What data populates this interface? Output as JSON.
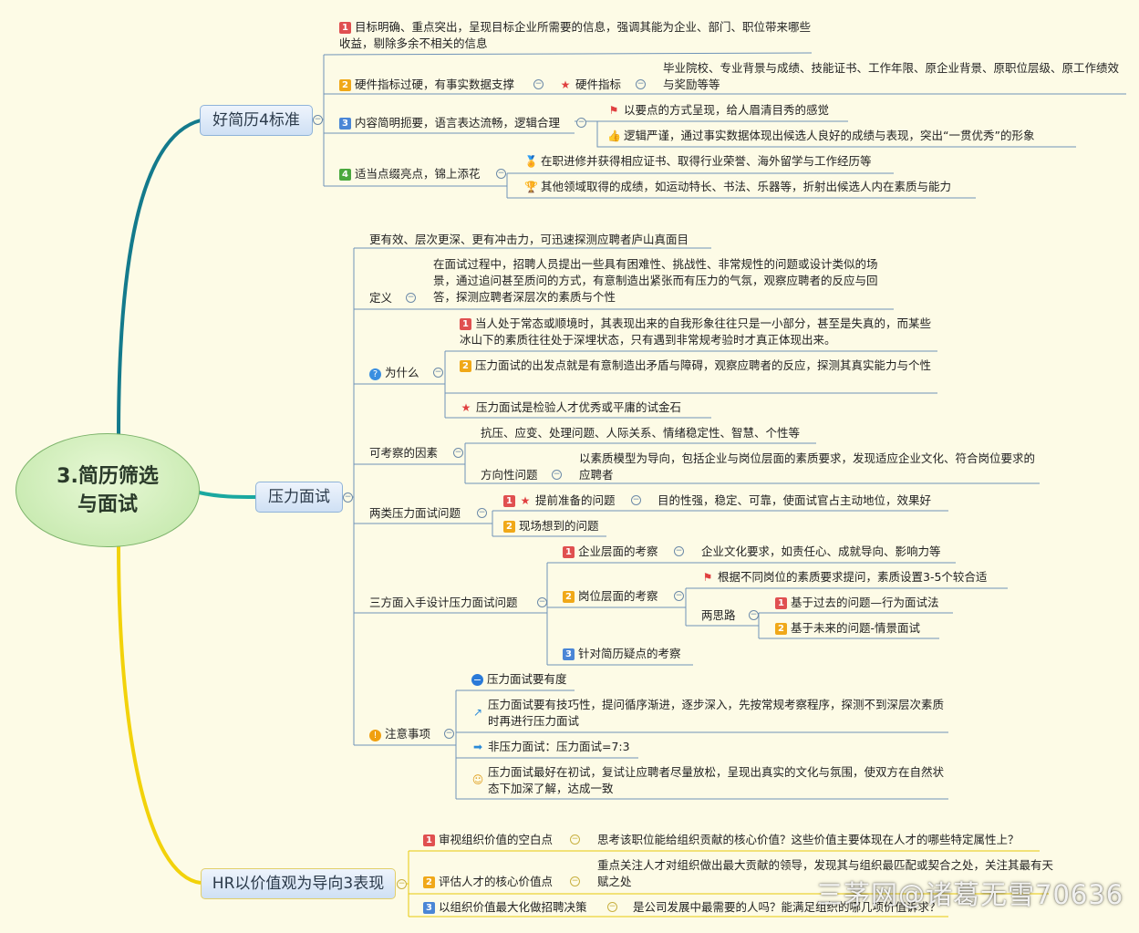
{
  "root": {
    "line1": "3.简历筛选",
    "line2": "与面试"
  },
  "branch1": {
    "title": "好简历4标准",
    "item1": {
      "num": "1",
      "text": "目标明确、重点突出，呈现目标企业所需要的信息，强调其能为企业、部门、职位带来哪些收益，剔除多余不相关的信息"
    },
    "item2": {
      "num": "2",
      "text": "硬件指标过硬，有事实数据支撑",
      "child": "硬件指标",
      "detail": "毕业院校、专业背景与成绩、技能证书、工作年限、原企业背景、原职位层级、原工作绩效与奖励等等"
    },
    "item3": {
      "num": "3",
      "text": "内容简明扼要，语言表达流畅，逻辑合理",
      "c1": "以要点的方式呈现，给人眉清目秀的感觉",
      "c2": "逻辑严谨，通过事实数据体现出候选人良好的成绩与表现，突出“一贯优秀”的形象"
    },
    "item4": {
      "num": "4",
      "text": "适当点缀亮点，锦上添花",
      "c1": "在职进修并获得相应证书、取得行业荣誉、海外留学与工作经历等",
      "c2": "其他领域取得的成绩，如运动特长、书法、乐器等，折射出候选人内在素质与能力"
    }
  },
  "branch2": {
    "title": "压力面试",
    "item0": "更有效、层次更深、更有冲击力，可迅速探测应聘者庐山真面目",
    "def": {
      "label": "定义",
      "text": "在面试过程中，招聘人员提出一些具有困难性、挑战性、非常规性的问题或设计类似的场景，通过追问甚至质问的方式，有意制造出紧张而有压力的气氛，观察应聘者的反应与回答，探测应聘者深层次的素质与个性"
    },
    "why": {
      "label": "为什么",
      "c1": "当人处于常态或顺境时，其表现出来的自我形象往往只是一小部分，甚至是失真的，而某些冰山下的素质往往处于深埋状态，只有遇到非常规考验时才真正体现出来。",
      "c2": "压力面试的出发点就是有意制造出矛盾与障碍，观察应聘者的反应，探测其真实能力与个性",
      "c3": "压力面试是检验人才优秀或平庸的试金石"
    },
    "factors": {
      "label": "可考察的因素",
      "c1": "抗压、应变、处理问题、人际关系、情绪稳定性、智慧、个性等",
      "c2": "方向性问题",
      "c2detail": "以素质模型为导向，包括企业与岗位层面的素质要求，发现适应企业文化、符合岗位要求的应聘者"
    },
    "types": {
      "label": "两类压力面试问题",
      "c1": "提前准备的问题",
      "c1detail": "目的性强，稳定、可靠，使面试官占主动地位，效果好",
      "c2": "现场想到的问题"
    },
    "three": {
      "label": "三方面入手设计压力面试问题",
      "c1": "企业层面的考察",
      "c1detail": "企业文化要求，如责任心、成就导向、影响力等",
      "c2": "岗位层面的考察",
      "c2a": "根据不同岗位的素质要求提问，素质设置3-5个较合适",
      "c2b": "两思路",
      "c2b1": "基于过去的问题—行为面试法",
      "c2b2": "基于未来的问题-情景面试",
      "c3": "针对简历疑点的考察"
    },
    "notes": {
      "label": "注意事项",
      "c1": "压力面试要有度",
      "c2": "压力面试要有技巧性，提问循序渐进，逐步深入，先按常规考察程序，探测不到深层次素质时再进行压力面试",
      "c3": "非压力面试：压力面试=7:3",
      "c4": "压力面试最好在初试，复试让应聘者尽量放松，呈现出真实的文化与氛围，使双方在自然状态下加深了解，达成一致"
    }
  },
  "branch3": {
    "title": "HR以价值观为导向3表现",
    "item1": {
      "num": "1",
      "text": "审视组织价值的空白点",
      "detail": "思考该职位能给组织贡献的核心价值？这些价值主要体现在人才的哪些特定属性上？"
    },
    "item2": {
      "num": "2",
      "text": "评估人才的核心价值点",
      "detail": "重点关注人才对组织做出最大贡献的领导，发现其与组织最匹配或契合之处，关注其最有天赋之处"
    },
    "item3": {
      "num": "3",
      "text": "以组织价值最大化做招聘决策",
      "detail": "是公司发展中最需要的人吗？能满足组织的哪几项价值诉求？"
    }
  },
  "watermark": "三茅网@诸葛无雪70636",
  "colors": {
    "branch1": "#137a8c",
    "branch2": "#1aa8a0",
    "branch3": "#f2d20a",
    "subline": "#6f93b8",
    "background": "#fdfbe6"
  }
}
